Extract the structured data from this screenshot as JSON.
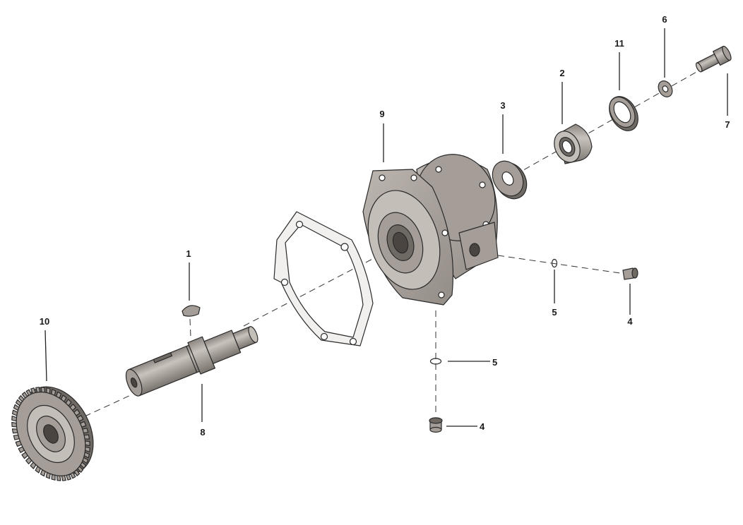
{
  "colors": {
    "part_fill": "#a59e98",
    "part_light": "#c4beb8",
    "part_dark": "#6f6964",
    "outline": "#2a2a2a"
  },
  "callouts": {
    "c1": "1",
    "c2": "2",
    "c3": "3",
    "c4a": "4",
    "c4b": "4",
    "c5a": "5",
    "c5b": "5",
    "c6": "6",
    "c7": "7",
    "c8": "8",
    "c9": "9",
    "c10": "10",
    "c11": "11"
  }
}
